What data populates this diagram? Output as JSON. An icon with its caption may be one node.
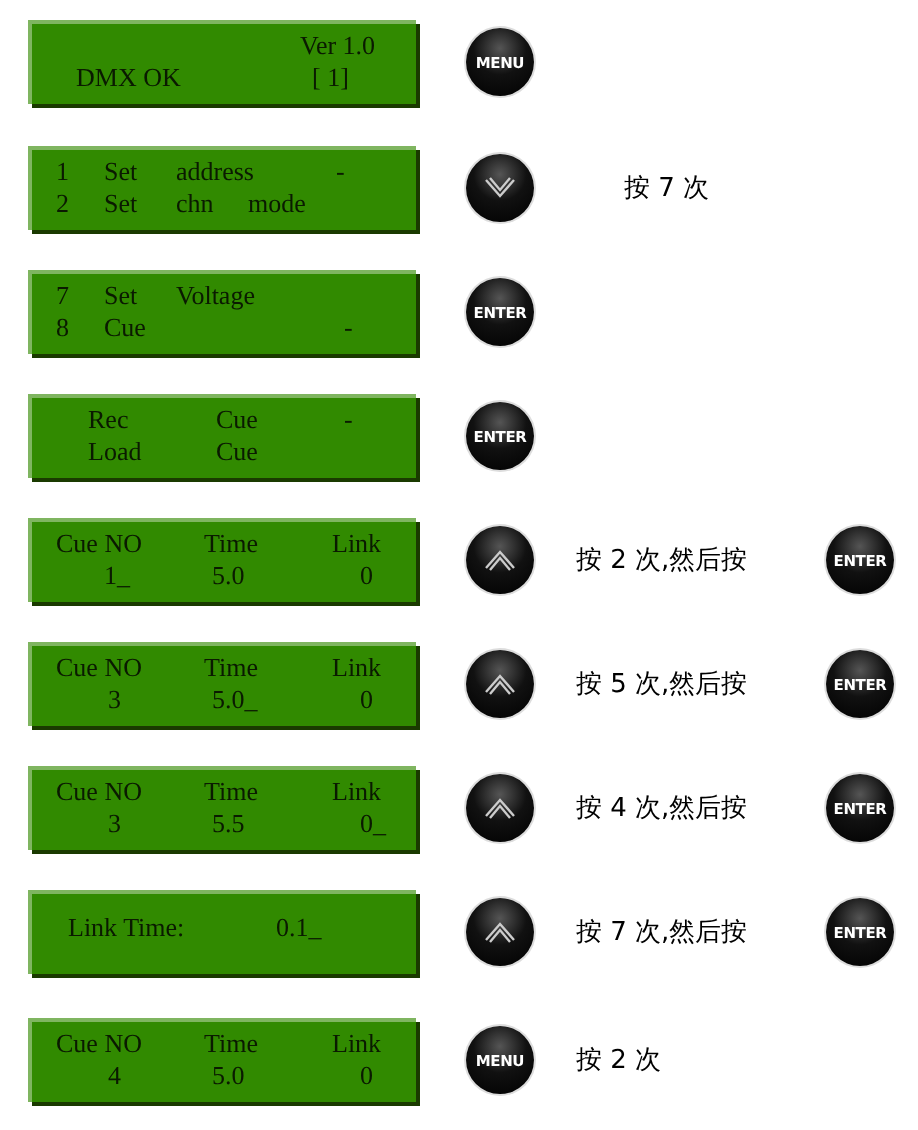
{
  "diagram": {
    "nodes": [
      {
        "text": [
          "Ver 1.0",
          "DMX OK",
          "[ 1]"
        ]
      },
      {
        "text": [
          "MENU"
        ]
      },
      {
        "text": [
          "1",
          "Set",
          "address",
          "-",
          "2",
          "Set",
          "chn",
          "mode"
        ]
      },
      {
        "text": [],
        "shape": "circle"
      },
      {
        "text": [
          "7",
          "Set",
          "Voltage",
          "8",
          "Cue",
          "-"
        ]
      },
      {
        "text": [
          "ENTER"
        ]
      },
      {
        "text": [
          "Rec",
          "Cue",
          "-",
          "Load",
          "Cue"
        ]
      },
      {
        "text": [
          "ENTER"
        ]
      },
      {
        "text": [
          "Cue NO",
          "Time",
          "Link",
          "1_",
          "5.0",
          "0"
        ]
      },
      {
        "text": [],
        "shape": "circle"
      },
      {
        "text": [
          "ENTER"
        ]
      },
      {
        "text": [
          "Cue NO",
          "Time",
          "Link",
          "3",
          "5.0_",
          "0"
        ]
      },
      {
        "text": [],
        "shape": "circle"
      },
      {
        "text": [
          "ENTER"
        ]
      },
      {
        "text": [
          "Cue NO",
          "Time",
          "Link",
          "3",
          "5.5",
          "0_"
        ]
      },
      {
        "text": [],
        "shape": "circle"
      },
      {
        "text": [
          "ENTER"
        ]
      },
      {
        "text": [
          "Link Time:",
          "0.1_"
        ]
      },
      {
        "text": [],
        "shape": "circle"
      },
      {
        "text": [
          "ENTER"
        ]
      },
      {
        "text": [
          "Cue NO",
          "Time",
          "Link",
          "4",
          "5.0",
          "0"
        ]
      },
      {
        "text": [
          "MENU"
        ]
      }
    ],
    "labels": [
      "按 7 次",
      "按 2 次,然后按",
      "按 5 次,然后按",
      "按 4 次,然后按",
      "按 7 次,然后按",
      "按 2 次"
    ]
  }
}
